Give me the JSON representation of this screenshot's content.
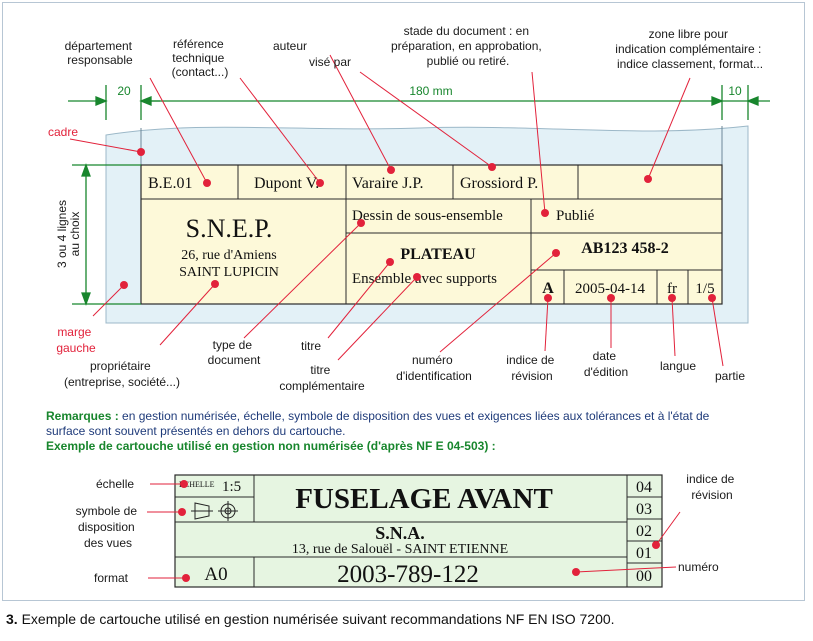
{
  "top_diagram": {
    "dims": {
      "left_margin": "20",
      "width": "180 mm",
      "right_margin": "10"
    },
    "side_label": {
      "line1": "3 ou 4 lignes",
      "line2": "au choix"
    },
    "labels": {
      "departement": [
        "département",
        "responsable"
      ],
      "reference": [
        "référence",
        "technique",
        "(contact...)"
      ],
      "auteur": "auteur",
      "vise_par": "visé par",
      "stade": [
        "stade du document : en",
        "préparation, en approbation,",
        "publié ou retiré."
      ],
      "zone_libre": [
        "zone libre pour",
        "indication complémentaire :",
        "indice classement, format..."
      ],
      "cadre": "cadre",
      "marge": [
        "marge",
        "gauche"
      ],
      "proprietaire": [
        "propriétaire",
        "(entreprise, société...)"
      ],
      "type_doc": [
        "type de",
        "document"
      ],
      "titre": "titre",
      "titre_comp": [
        "titre",
        "complémentaire"
      ],
      "numero_id": [
        "numéro",
        "d'identification"
      ],
      "indice_rev": [
        "indice de",
        "révision"
      ],
      "date_ed": [
        "date",
        "d'édition"
      ],
      "langue": "langue",
      "partie": "partie"
    },
    "cells": {
      "dept": "B.E.01",
      "auteur": "Dupont V.",
      "vise": "Varaire J.P.",
      "grossiord": "Grossiord P.",
      "company": "S.N.E.P.",
      "address1": "26, rue d'Amiens",
      "address2": "SAINT LUPICIN",
      "type": "Dessin de sous-ensemble",
      "stade": "Publié",
      "titre": "PLATEAU",
      "titre_comp": "Ensemble avec supports",
      "numero": "AB123 458-2",
      "indice": "A",
      "date": "2005-04-14",
      "langue": "fr",
      "partie": "1/5"
    }
  },
  "notes": {
    "remarques_label": "Remarques :",
    "remarques_text": "en gestion numérisée, échelle, symbole de disposition des vues et exigences liées aux tolérances et à l'état de surface sont souvent présentés en dehors du cartouche.",
    "exemple_label": "Exemple de cartouche utilisé en gestion non numérisée (d'après NF E 04-503) :"
  },
  "bottom_diagram": {
    "labels": {
      "echelle": "échelle",
      "symbole": [
        "symbole de",
        "disposition",
        "des vues"
      ],
      "format": "format",
      "indice": [
        "indice de",
        "révision"
      ],
      "numero": "numéro"
    },
    "cells": {
      "echelle_small": "ECHELLE",
      "echelle_value": "1:5",
      "title": "FUSELAGE AVANT",
      "company": "S.N.A.",
      "address": "13, rue de Salouël - SAINT ETIENNE",
      "format": "A0",
      "numero": "2003-789-122",
      "revisions": [
        "04",
        "03",
        "02",
        "01",
        "00"
      ]
    }
  },
  "caption": {
    "number": "3.",
    "text": "Exemple de cartouche utilisé en gestion numérisée suivant recommandations NF EN ISO 7200."
  },
  "colors": {
    "accent_red": "#e2223b",
    "accent_green": "#18862d",
    "cell_fill": "#fdf9d9",
    "paper_fill": "#e3f1f7",
    "bottom_fill": "#e6f5e1"
  }
}
